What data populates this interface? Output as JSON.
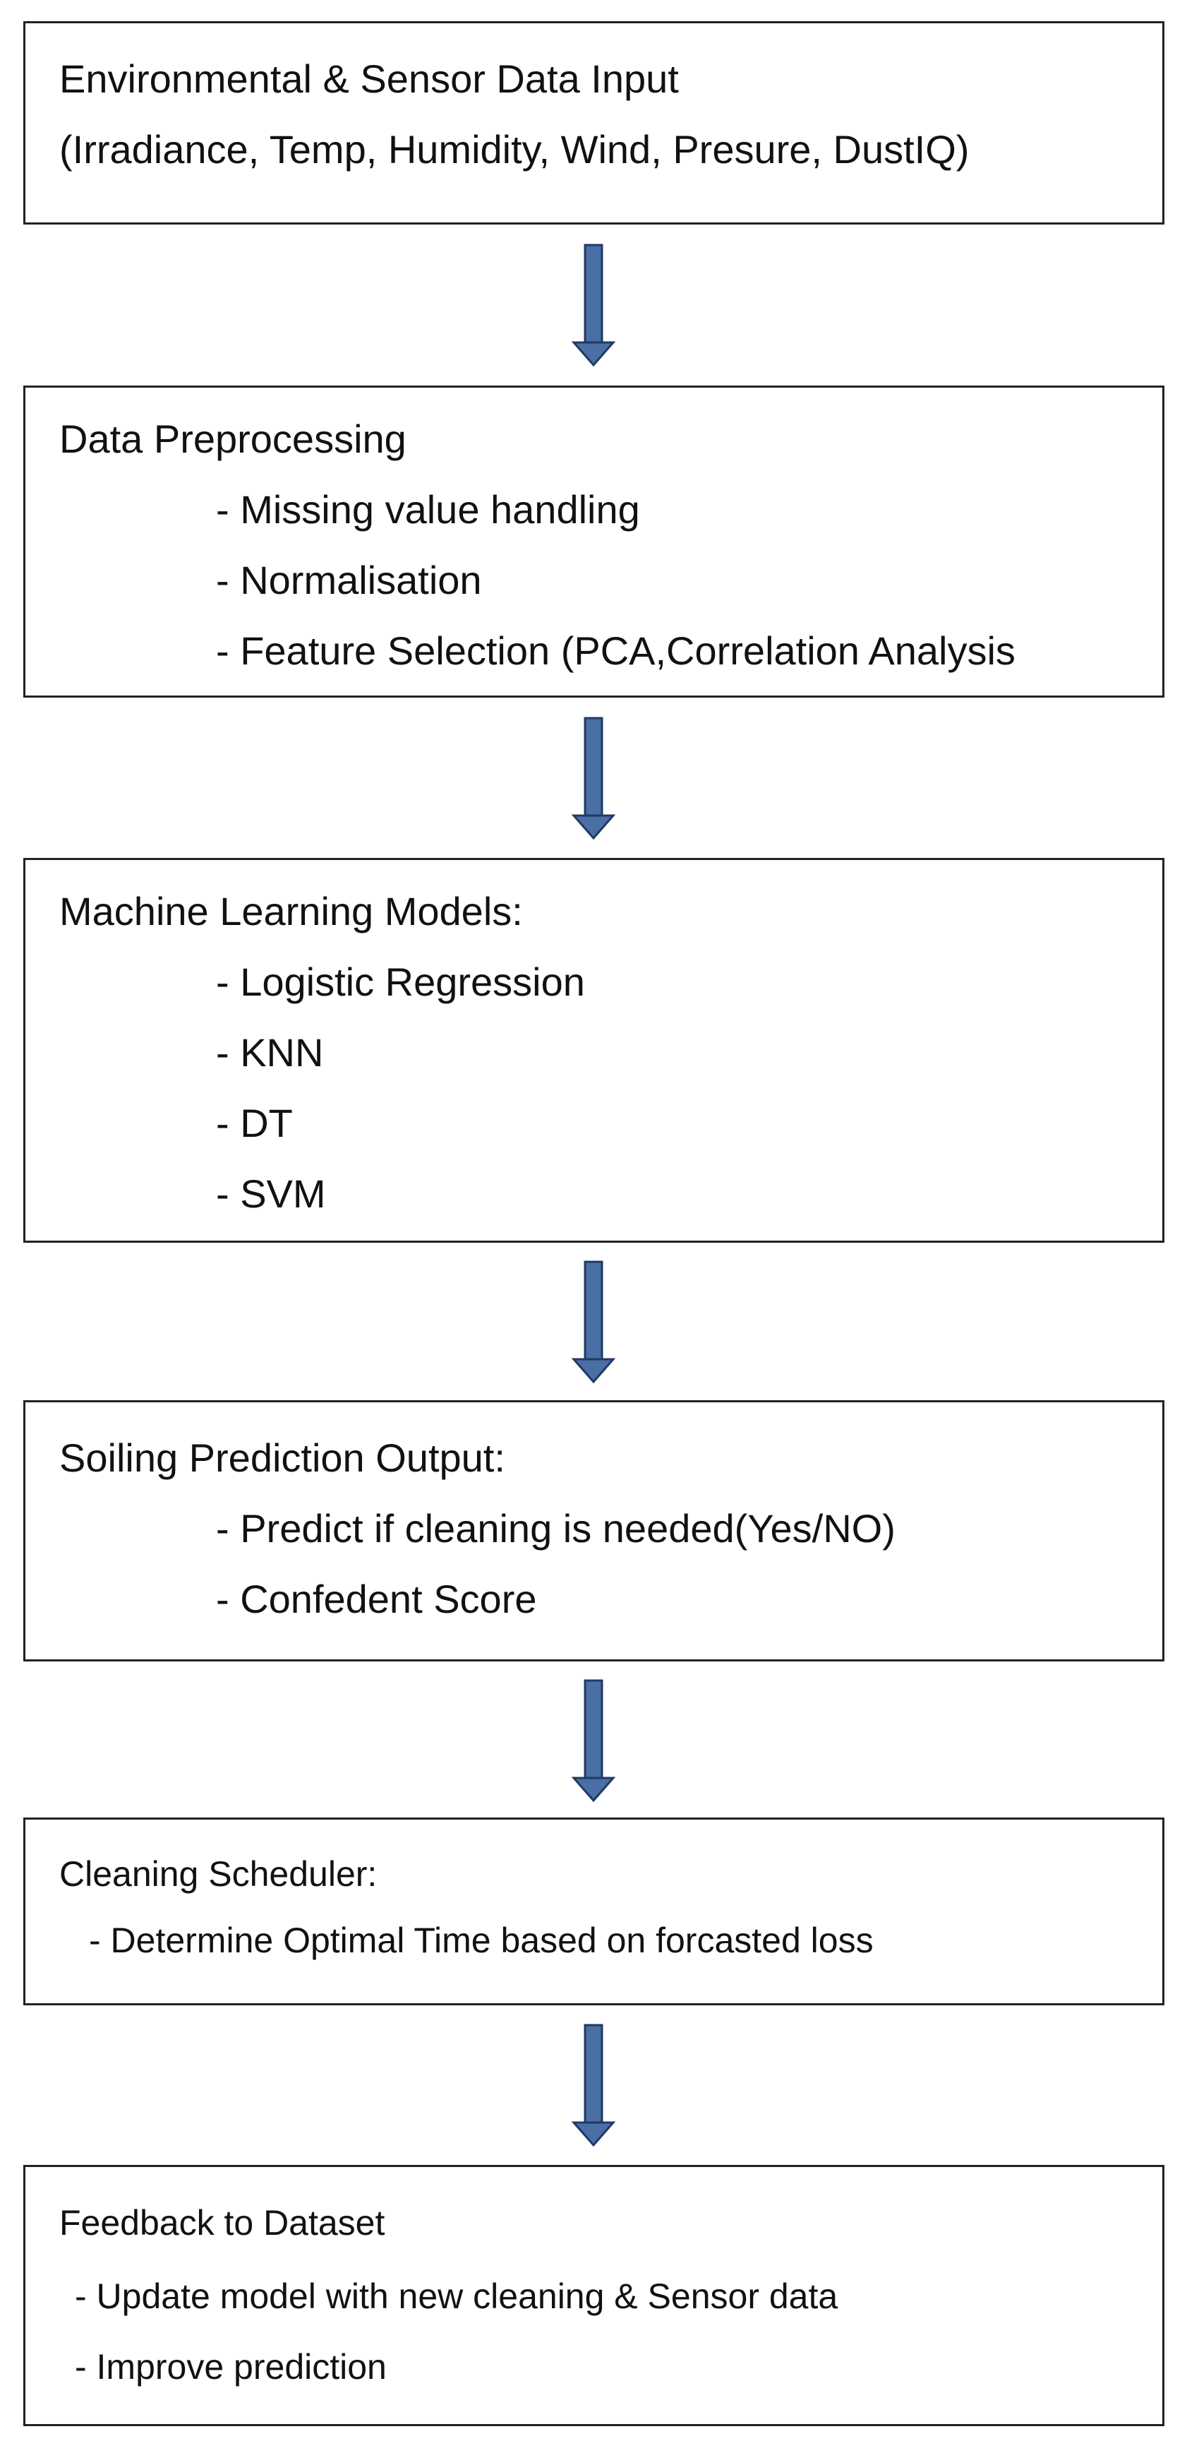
{
  "boxes": [
    {
      "title": "Environmental & Sensor Data Input",
      "lines": [
        "(Irradiance, Temp, Humidity, Wind, Presure, DustIQ)"
      ]
    },
    {
      "title": "Data Preprocessing",
      "lines": [
        "- Missing value handling",
        "- Normalisation",
        "- Feature Selection (PCA,Correlation Analysis"
      ]
    },
    {
      "title": "Machine Learning Models:",
      "lines": [
        "- Logistic Regression",
        "- KNN",
        "- DT",
        "- SVM"
      ]
    },
    {
      "title": "Soiling Prediction Output:",
      "lines": [
        "- Predict if cleaning is needed(Yes/NO)",
        "- Confedent Score"
      ]
    },
    {
      "title": "Cleaning Scheduler:",
      "lines": [
        "- Determine Optimal Time based on forcasted loss"
      ]
    },
    {
      "title": "Feedback to Dataset",
      "lines": [
        "- Update model with new cleaning & Sensor data",
        "- Improve prediction"
      ]
    }
  ],
  "colors": {
    "arrow_fill": "#4a6fa5",
    "arrow_stroke": "#1f3a63",
    "border": "#222222"
  }
}
